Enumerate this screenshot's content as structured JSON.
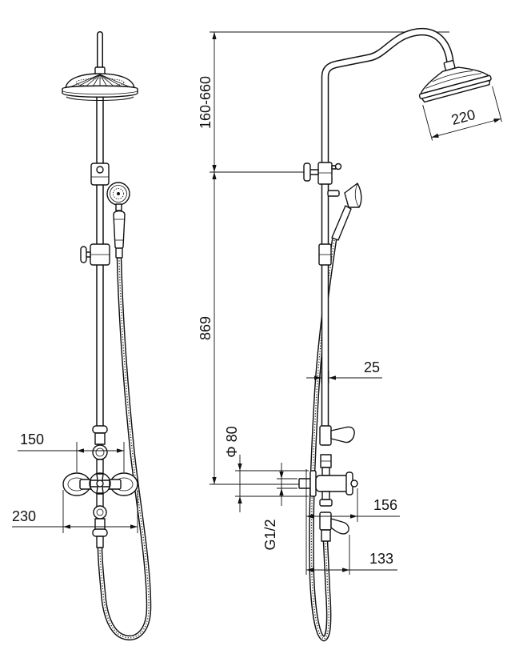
{
  "colors": {
    "background": "#ffffff",
    "line": "#111111"
  },
  "front_view": {
    "dimensions": {
      "inlet_spacing": "150",
      "mixer_width": "230"
    }
  },
  "side_view": {
    "dimensions": {
      "head_height_range": "160-660",
      "rail_length": "869",
      "head_diameter": "220",
      "rail_diameter": "25",
      "flange_diameter": "Φ 80",
      "thread": "G1/2",
      "mixer_depth": "156",
      "lower_depth": "133"
    }
  }
}
